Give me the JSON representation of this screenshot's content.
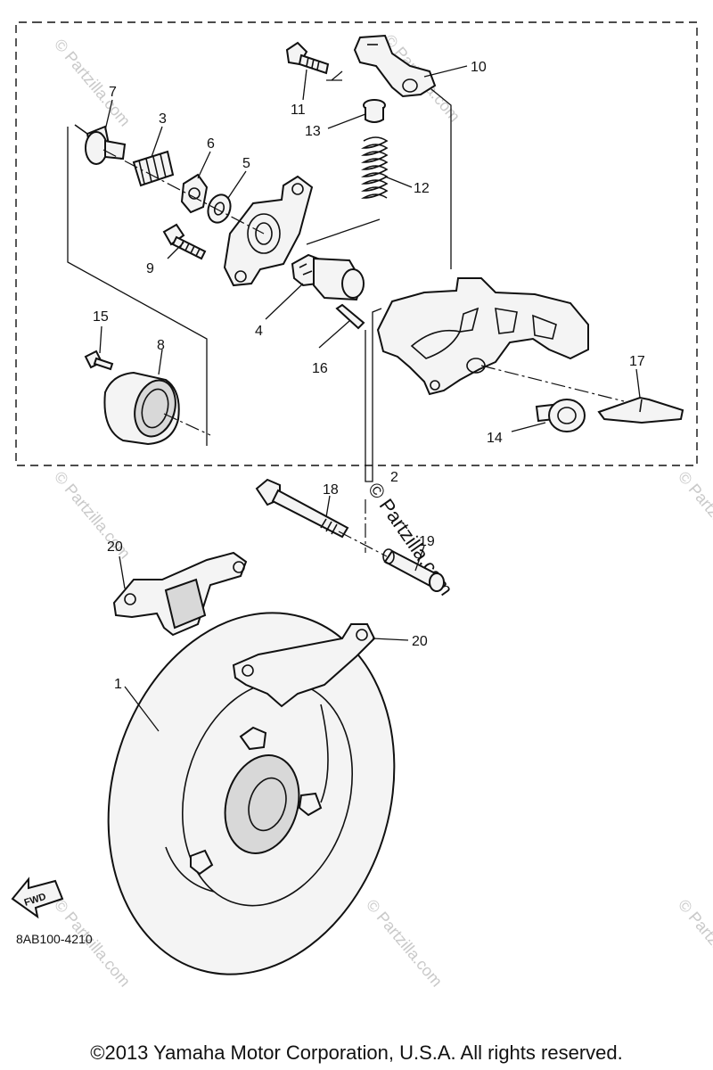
{
  "diagram": {
    "callouts": {
      "c1": "1",
      "c2": "2",
      "c3": "3",
      "c4": "4",
      "c5": "5",
      "c6": "6",
      "c7": "7",
      "c8": "8",
      "c9": "9",
      "c10": "10",
      "c11": "11",
      "c12": "12",
      "c13": "13",
      "c14": "14",
      "c15": "15",
      "c16": "16",
      "c17": "17",
      "c18": "18",
      "c19": "19",
      "c20a": "20",
      "c20b": "20"
    },
    "fwd_label": "FWD",
    "watermark": "© Partzilla.com",
    "diagram_code": "8AB100-4210"
  },
  "footer": {
    "copyright": "©2013  Yamaha Motor Corporation, U.S.A. All rights reserved."
  }
}
